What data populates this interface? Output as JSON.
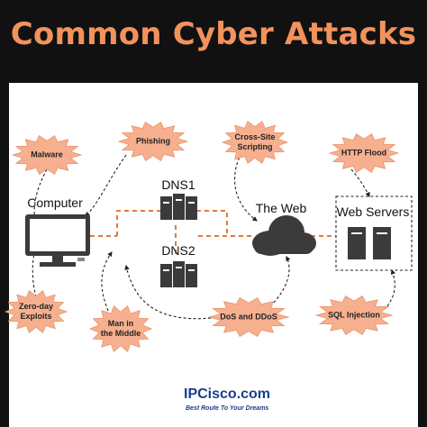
{
  "title": "Common Cyber Attacks",
  "attacks": {
    "malware": "Malware",
    "phishing": "Phishing",
    "xss": "Cross-Site\nScripting",
    "http_flood": "HTTP Flood",
    "zero_day": "Zero-day\nExploits",
    "mitm": "Man in\nthe Middle",
    "ddos": "DoS and DDoS",
    "sql_injection": "SQL Injection"
  },
  "nodes": {
    "computer": "Computer",
    "dns1": "DNS1",
    "dns2": "DNS2",
    "web": "The Web",
    "web_servers": "Web Servers"
  },
  "brand": {
    "name": "IPCisco.com",
    "tagline": "Best Route To Your Dreams"
  },
  "colors": {
    "title": "#f2925c",
    "burst": "#f7b08f",
    "dashed_link": "#e07b3c",
    "device": "#3b3b3b",
    "brand": "#1a3e8c"
  }
}
